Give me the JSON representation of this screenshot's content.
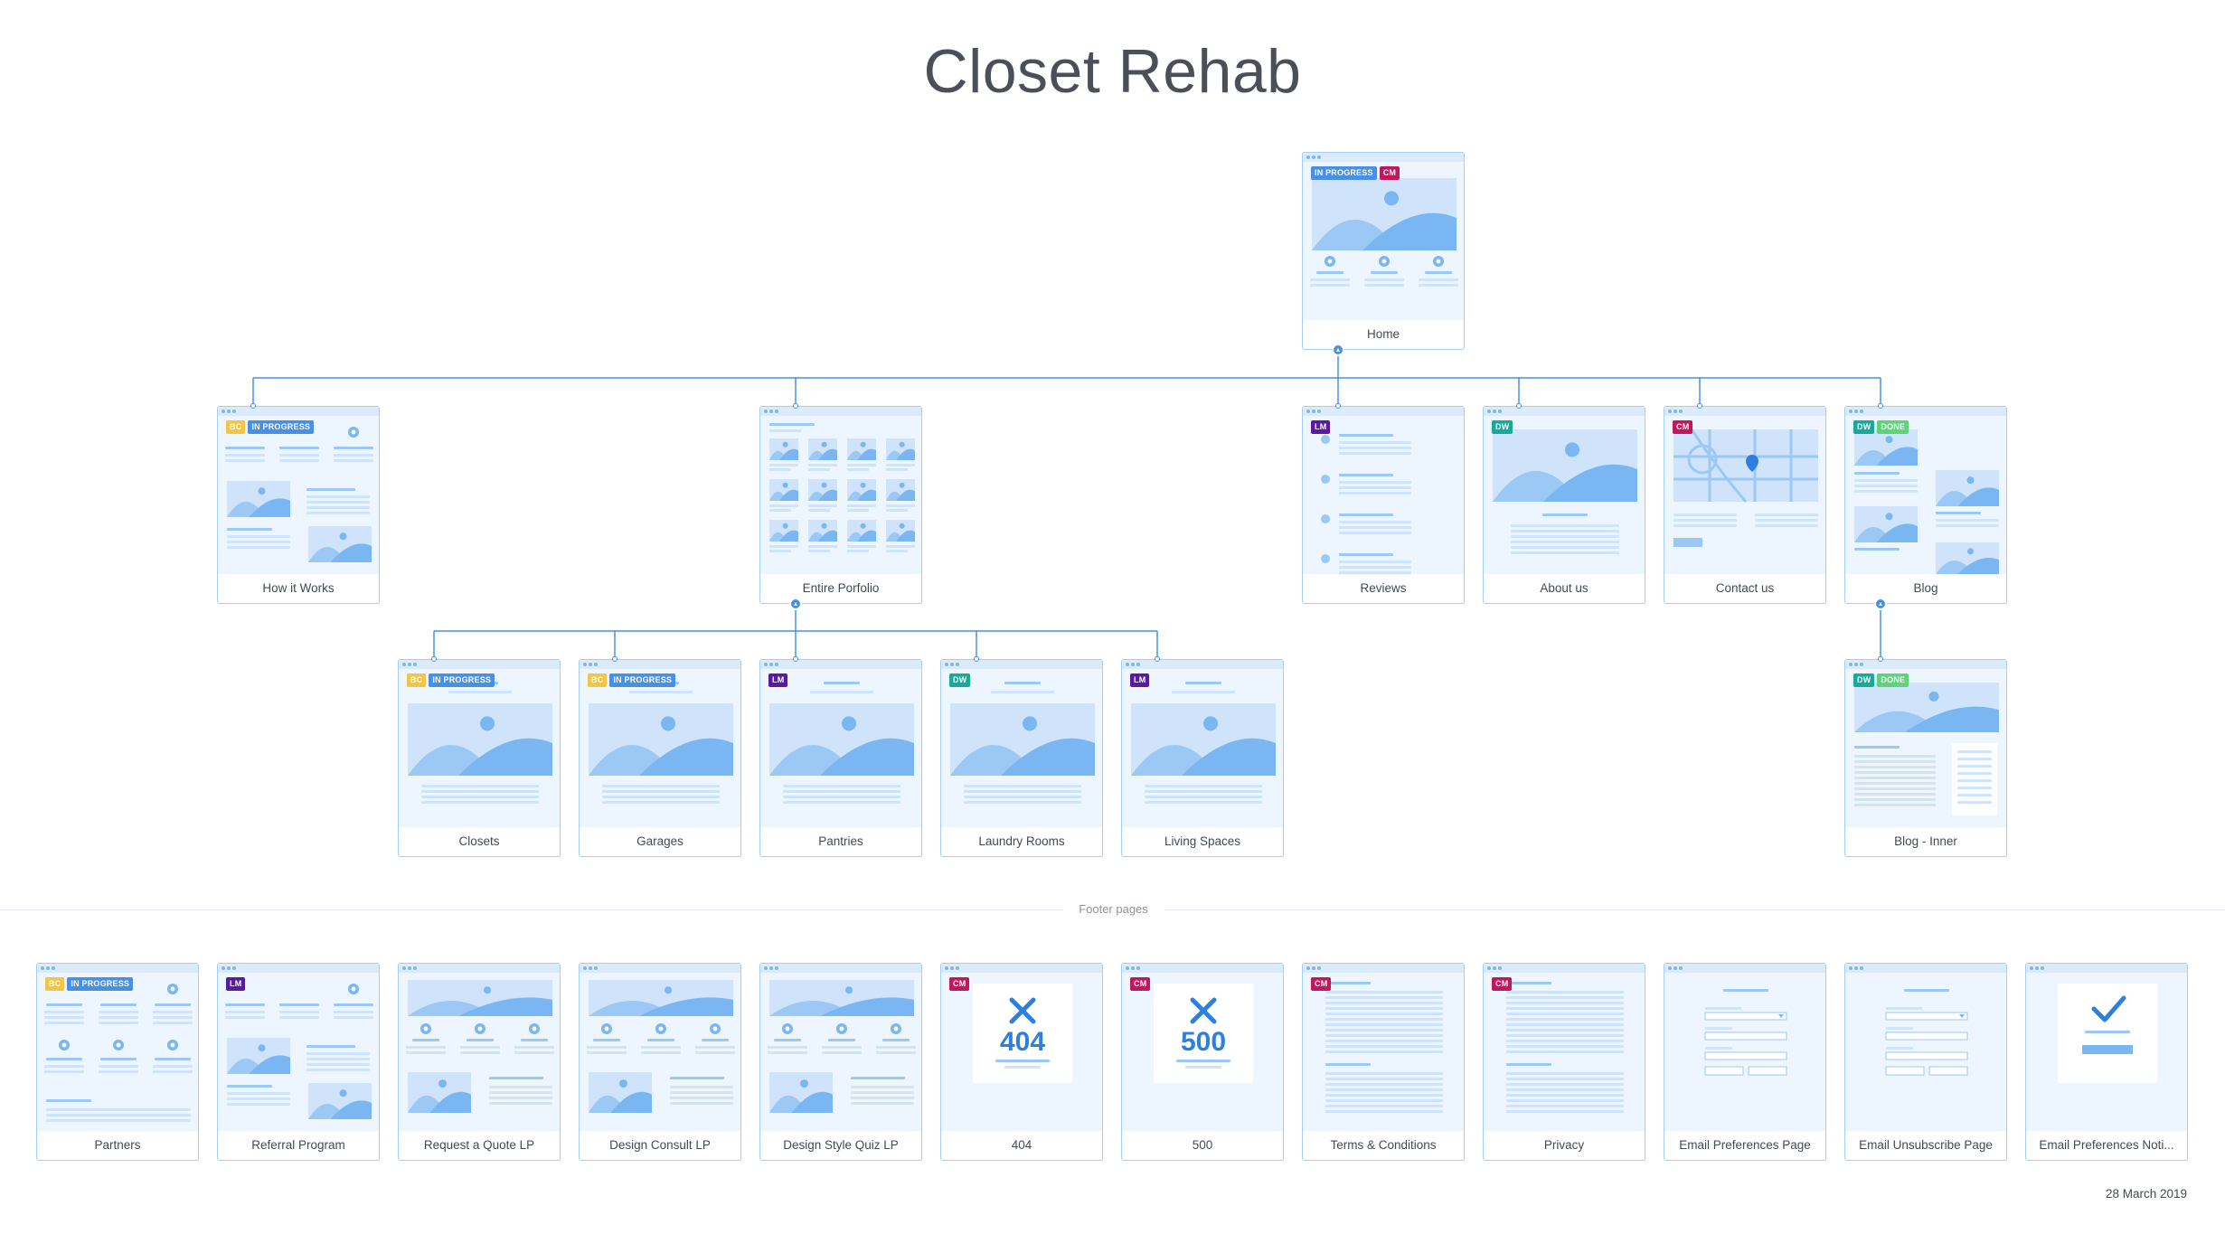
{
  "title": "Closet Rehab",
  "footer_label": "Footer pages",
  "date": "28 March 2019",
  "colors": {
    "accent": "#4a90e2",
    "frame_border": "#a6cdf3",
    "frame_fill": "#edf5fe",
    "badge_in_progress": "#4a90e2",
    "badge_done": "#5fd37a",
    "badge_cm": "#c2185b",
    "badge_lm": "#5a1aa0",
    "badge_dw": "#18a999",
    "badge_bc": "#f4c542"
  },
  "pages": [
    {
      "id": "home",
      "label": "Home",
      "badges": [
        "IN PROGRESS",
        "CM"
      ],
      "thumb": "hero-features"
    },
    {
      "id": "how-it-works",
      "label": "How it Works",
      "badges": [
        "BC",
        "IN PROGRESS"
      ],
      "thumb": "steps"
    },
    {
      "id": "entire-portfolio",
      "label": "Entire Porfolio",
      "badges": [],
      "thumb": "grid"
    },
    {
      "id": "reviews",
      "label": "Reviews",
      "badges": [
        "LM"
      ],
      "thumb": "reviews"
    },
    {
      "id": "about-us",
      "label": "About us",
      "badges": [
        "DW"
      ],
      "thumb": "about"
    },
    {
      "id": "contact-us",
      "label": "Contact us",
      "badges": [
        "CM"
      ],
      "thumb": "map"
    },
    {
      "id": "blog",
      "label": "Blog",
      "badges": [
        "DW",
        "DONE"
      ],
      "thumb": "blog"
    },
    {
      "id": "closets",
      "label": "Closets",
      "badges": [
        "BC",
        "IN PROGRESS"
      ],
      "thumb": "gallery"
    },
    {
      "id": "garages",
      "label": "Garages",
      "badges": [
        "BC",
        "IN PROGRESS"
      ],
      "thumb": "gallery"
    },
    {
      "id": "pantries",
      "label": "Pantries",
      "badges": [
        "LM"
      ],
      "thumb": "gallery"
    },
    {
      "id": "laundry-rooms",
      "label": "Laundry Rooms",
      "badges": [
        "DW"
      ],
      "thumb": "gallery"
    },
    {
      "id": "living-spaces",
      "label": "Living Spaces",
      "badges": [
        "LM"
      ],
      "thumb": "gallery"
    },
    {
      "id": "blog-inner",
      "label": "Blog - Inner",
      "badges": [
        "DW",
        "DONE"
      ],
      "thumb": "blog-inner"
    }
  ],
  "footer_pages": [
    {
      "id": "partners",
      "label": "Partners",
      "badges": [
        "BC",
        "IN PROGRESS"
      ],
      "thumb": "features6"
    },
    {
      "id": "referral-program",
      "label": "Referral Program",
      "badges": [
        "LM"
      ],
      "thumb": "steps"
    },
    {
      "id": "request-quote",
      "label": "Request a Quote LP",
      "badges": [],
      "thumb": "landing"
    },
    {
      "id": "design-consult",
      "label": "Design Consult LP",
      "badges": [],
      "thumb": "landing"
    },
    {
      "id": "design-style-quiz",
      "label": "Design Style Quiz LP",
      "badges": [],
      "thumb": "landing"
    },
    {
      "id": "page-404",
      "label": "404",
      "badges": [
        "CM"
      ],
      "thumb": "error",
      "code": "404"
    },
    {
      "id": "page-500",
      "label": "500",
      "badges": [
        "CM"
      ],
      "thumb": "error",
      "code": "500"
    },
    {
      "id": "terms",
      "label": "Terms & Conditions",
      "badges": [
        "CM"
      ],
      "thumb": "text"
    },
    {
      "id": "privacy",
      "label": "Privacy",
      "badges": [
        "CM"
      ],
      "thumb": "text"
    },
    {
      "id": "email-preferences",
      "label": "Email Preferences Page",
      "badges": [],
      "thumb": "form"
    },
    {
      "id": "email-unsubscribe",
      "label": "Email Unsubscribe Page",
      "badges": [],
      "thumb": "form"
    },
    {
      "id": "email-preferences-notif",
      "label": "Email Preferences Noti...",
      "badges": [],
      "thumb": "check"
    }
  ]
}
